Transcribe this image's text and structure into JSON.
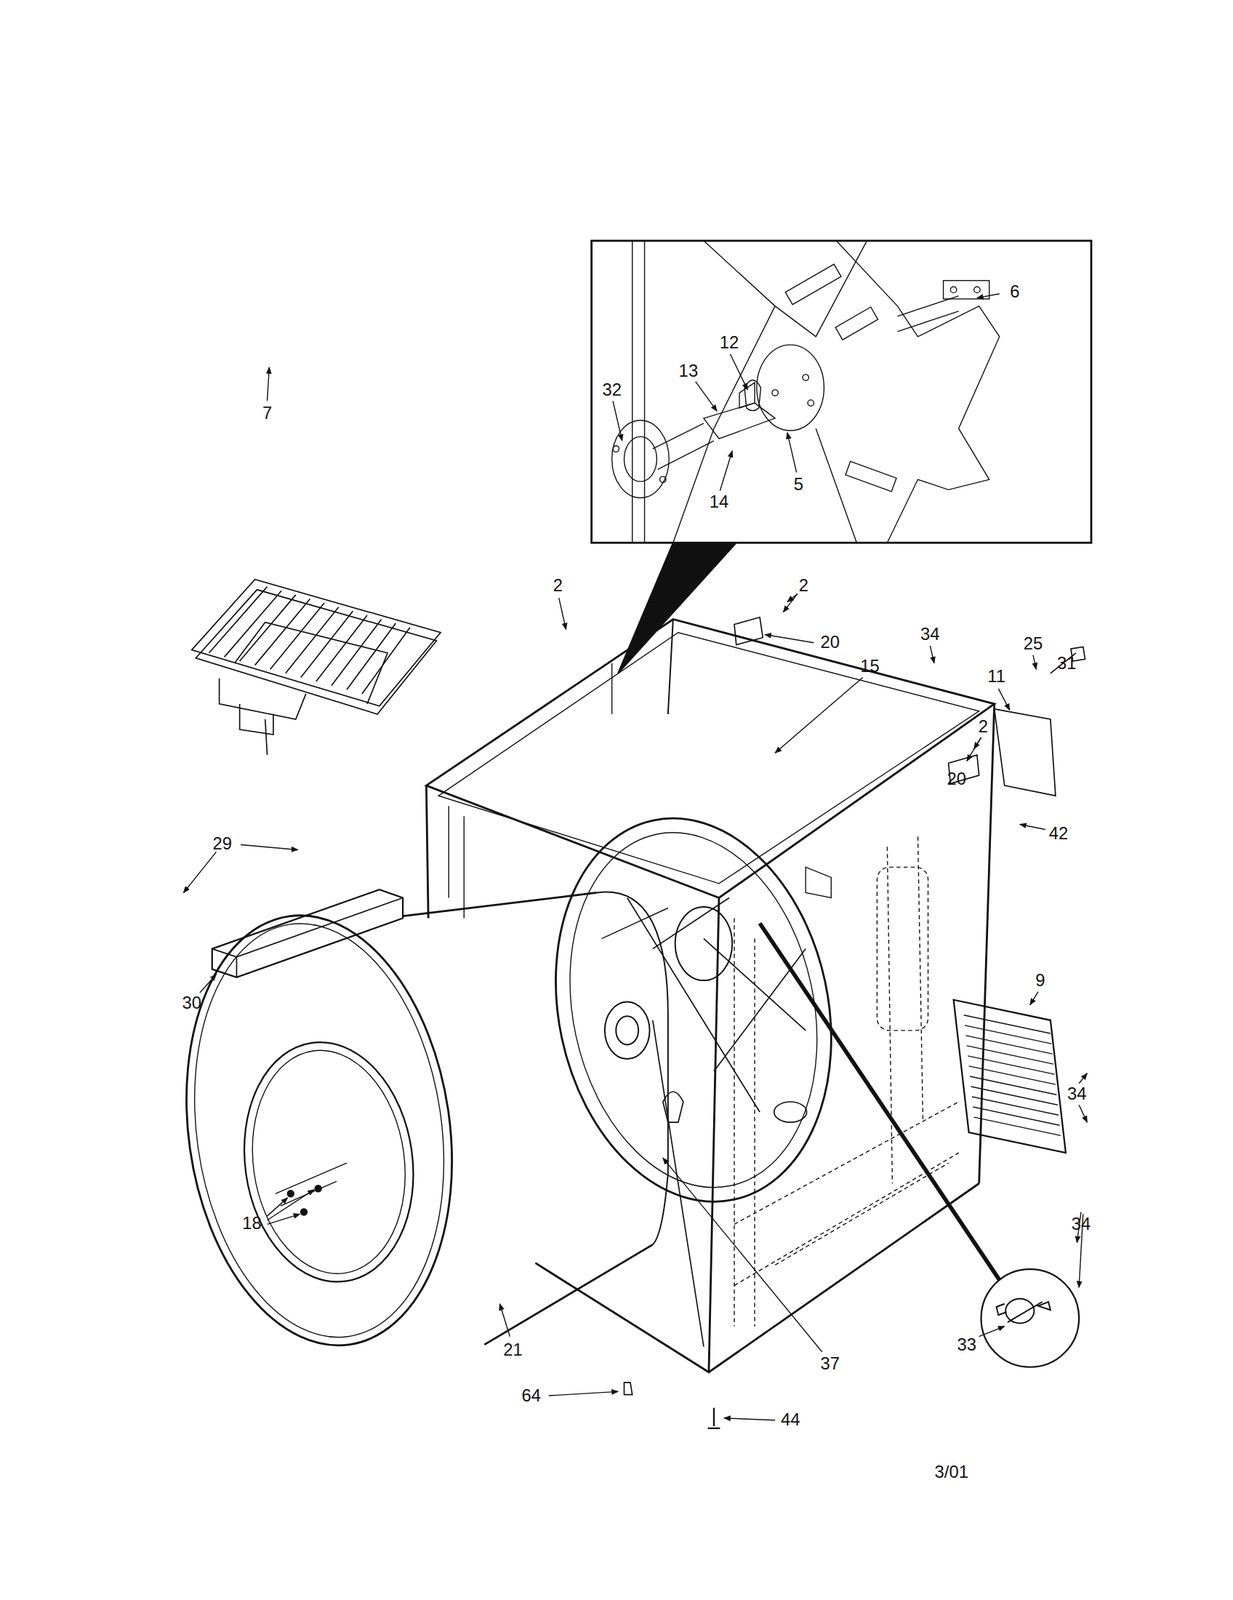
{
  "diagram": {
    "labels": [
      "6",
      "12",
      "13",
      "32",
      "14",
      "5",
      "2",
      "2",
      "20",
      "34",
      "25",
      "31",
      "15",
      "11",
      "2",
      "20",
      "42",
      "9",
      "34",
      "34",
      "7",
      "29",
      "30",
      "18",
      "21",
      "37",
      "33",
      "64",
      "44",
      "3/01"
    ]
  }
}
